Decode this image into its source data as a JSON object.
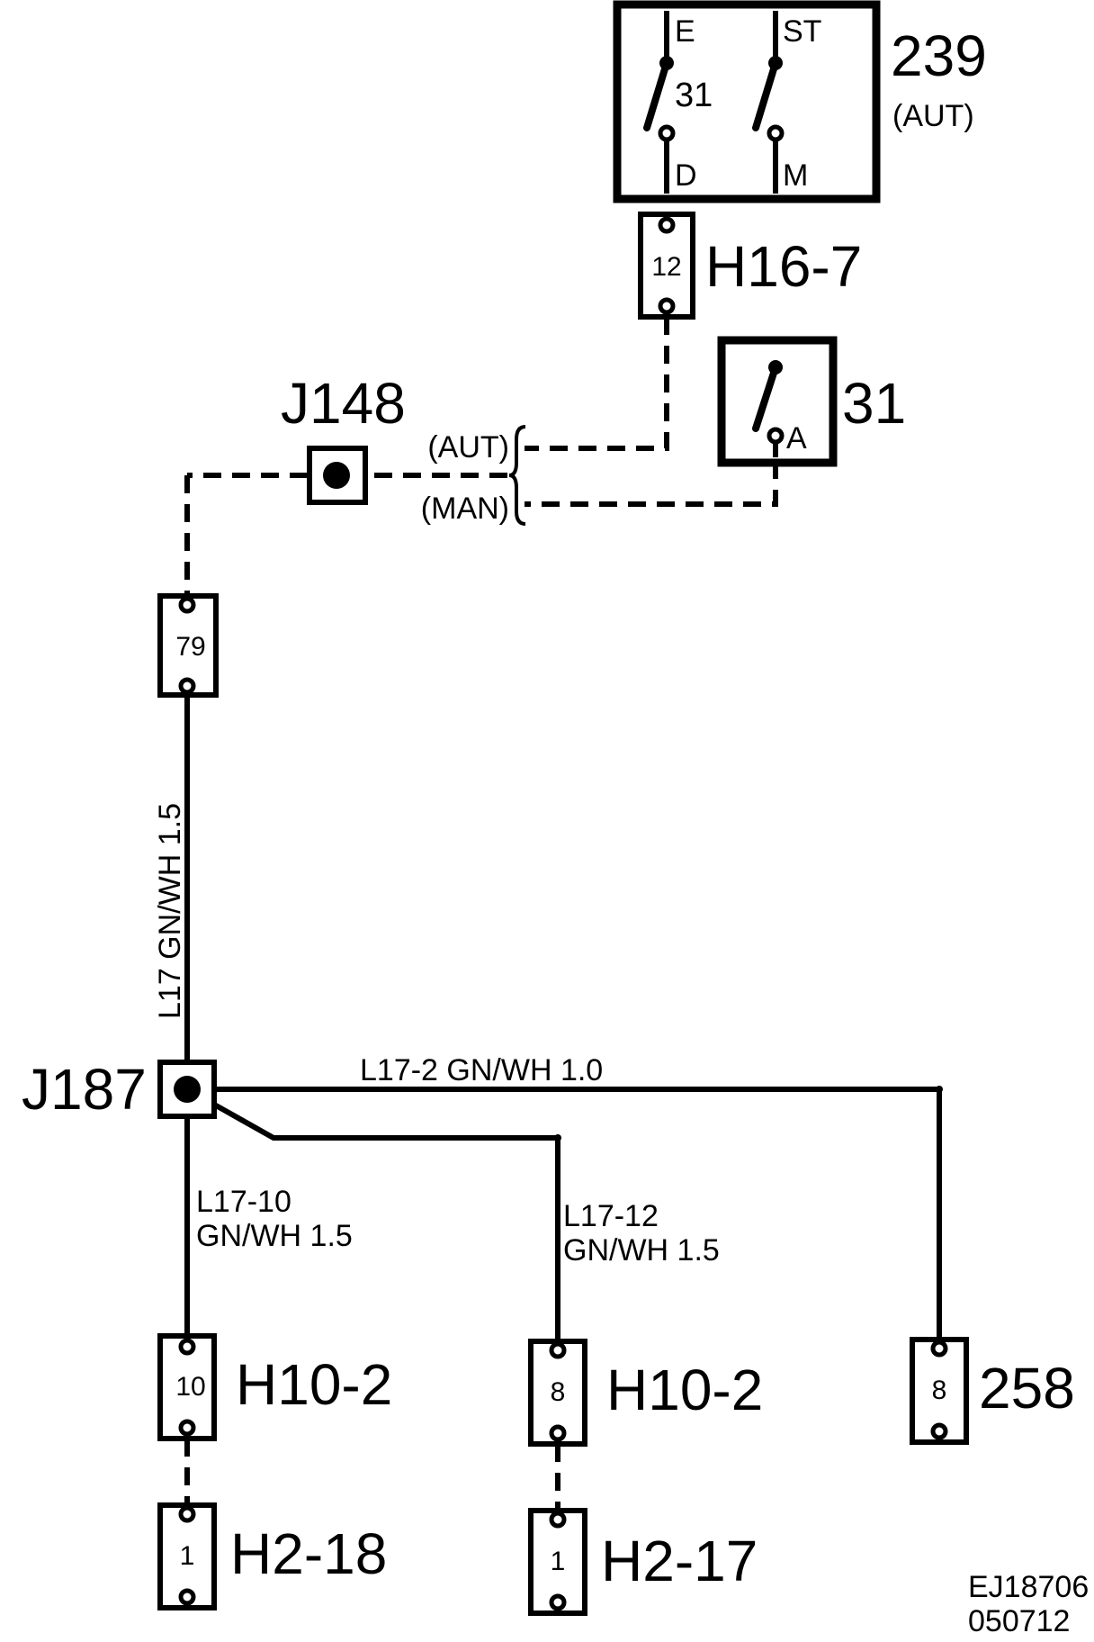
{
  "components": {
    "c239": {
      "id": "239",
      "variant": "(AUT)",
      "pin_e": "E",
      "pin_st": "ST",
      "pin_31": "31",
      "pin_d": "D",
      "pin_m": "M"
    },
    "c31": {
      "id": "31",
      "pin_a": "A"
    },
    "c258": {
      "id": "258",
      "pin": "8"
    }
  },
  "connectors": {
    "h16_7": {
      "id": "H16-7",
      "pin": "12"
    },
    "c79": {
      "pin": "79"
    },
    "h10_2_a": {
      "id": "H10-2",
      "pin": "10"
    },
    "h10_2_b": {
      "id": "H10-2",
      "pin": "8"
    },
    "h2_18": {
      "id": "H2-18",
      "pin": "1"
    },
    "h2_17": {
      "id": "H2-17",
      "pin": "1"
    }
  },
  "junctions": {
    "j148": "J148",
    "j187": "J187"
  },
  "variants": {
    "aut": "(AUT)",
    "man": "(MAN)"
  },
  "wires": {
    "l17": "L17  GN/WH  1.5",
    "l17_2": "L17-2 GN/WH 1.0",
    "l17_10": {
      "code": "L17-10",
      "spec": "GN/WH 1.5"
    },
    "l17_12": {
      "code": "L17-12",
      "spec": "GN/WH 1.5"
    }
  },
  "drawing_ref": {
    "line1": "EJ18706",
    "line2": "050712"
  }
}
